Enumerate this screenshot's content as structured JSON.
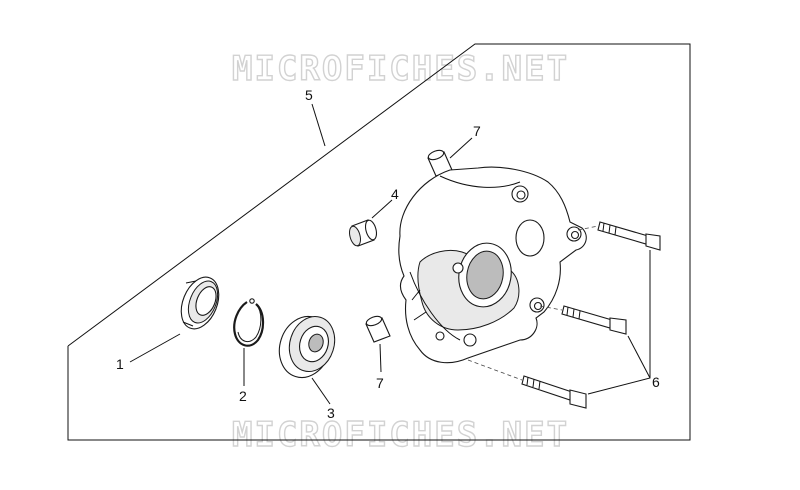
{
  "watermark": {
    "top": "MICROFICHES.NET",
    "bottom": "MICROFICHES.NET"
  },
  "callouts": {
    "c1": "1",
    "c2": "2",
    "c3": "3",
    "c4": "4",
    "c5": "5",
    "c6": "6",
    "c7_top": "7",
    "c7_bottom": "7"
  },
  "icons": [
    "oil-seal-icon",
    "circlip-icon",
    "bearing-icon",
    "needle-bearing-icon",
    "dowel-bushing-icon",
    "pump-cover-icon",
    "bolt-icon"
  ]
}
